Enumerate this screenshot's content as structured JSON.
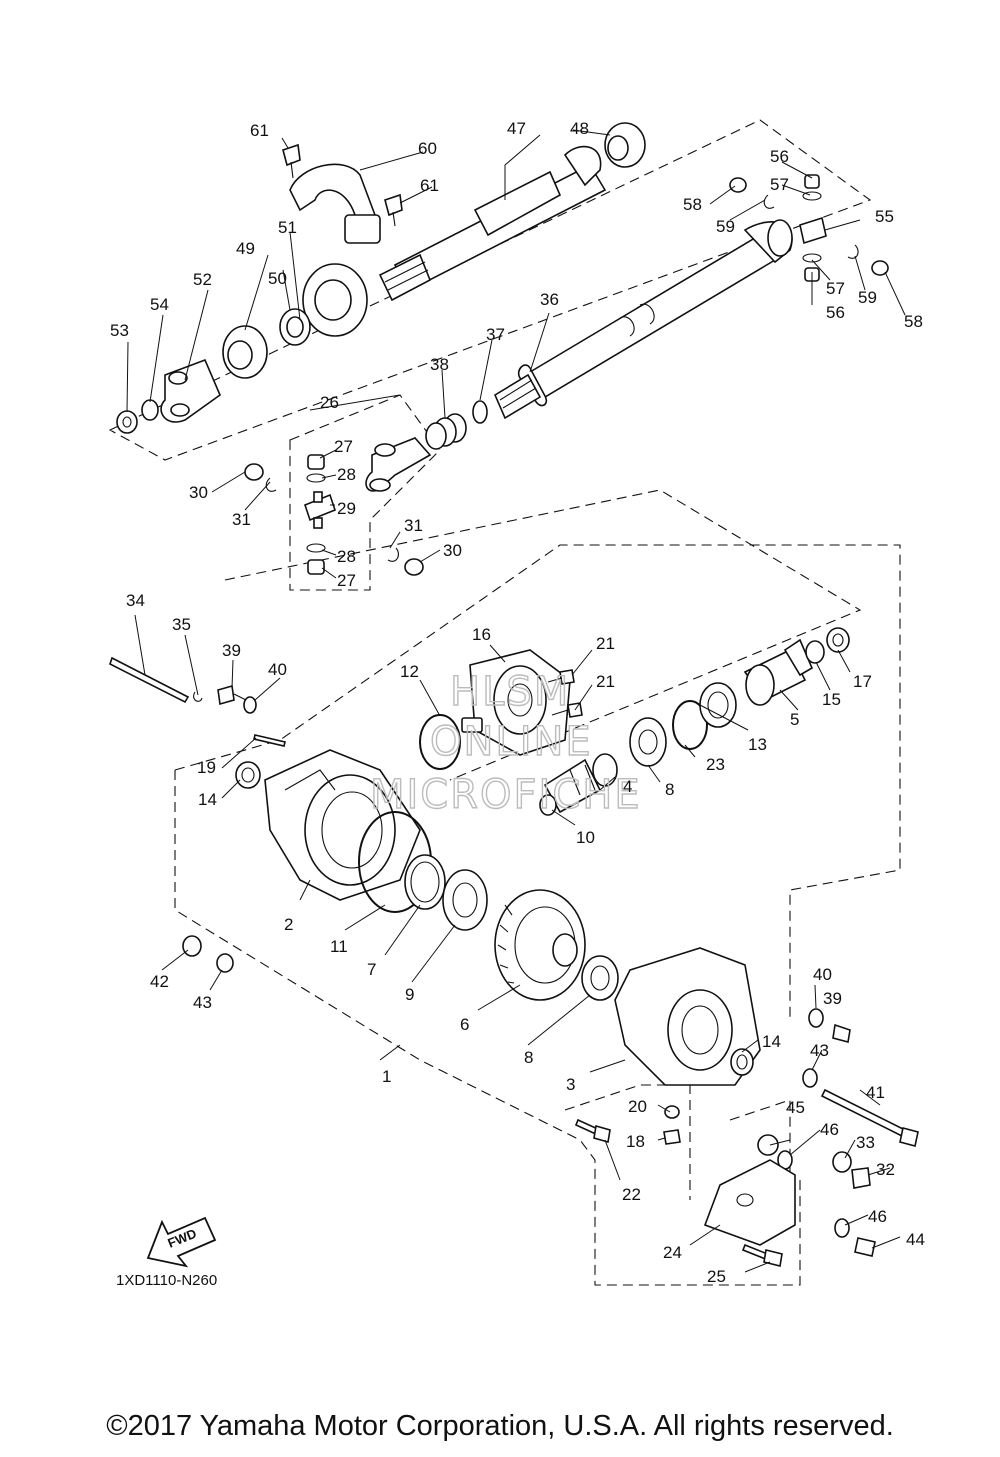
{
  "diagram": {
    "part_numbers": [
      "1",
      "2",
      "3",
      "4",
      "5",
      "6",
      "7",
      "8",
      "8",
      "9",
      "10",
      "11",
      "12",
      "13",
      "14",
      "14",
      "15",
      "16",
      "17",
      "18",
      "19",
      "20",
      "21",
      "21",
      "22",
      "23",
      "24",
      "25",
      "26",
      "27",
      "27",
      "28",
      "28",
      "29",
      "30",
      "30",
      "31",
      "31",
      "32",
      "33",
      "34",
      "35",
      "36",
      "37",
      "38",
      "39",
      "39",
      "40",
      "40",
      "41",
      "42",
      "43",
      "43",
      "44",
      "45",
      "46",
      "46",
      "47",
      "48",
      "49",
      "50",
      "51",
      "52",
      "53",
      "54",
      "55",
      "56",
      "56",
      "57",
      "57",
      "58",
      "58",
      "59",
      "59",
      "60",
      "61",
      "61"
    ],
    "fwd_label": "FWD",
    "diagram_code": "1XD1110-N260",
    "watermark": [
      "HLSM",
      "ONLINE",
      "MICROFICHE"
    ],
    "icons": [
      "fwd-arrow-icon"
    ]
  },
  "footer": {
    "copyright": "©2017 Yamaha Motor Corporation, U.S.A. All rights reserved."
  }
}
